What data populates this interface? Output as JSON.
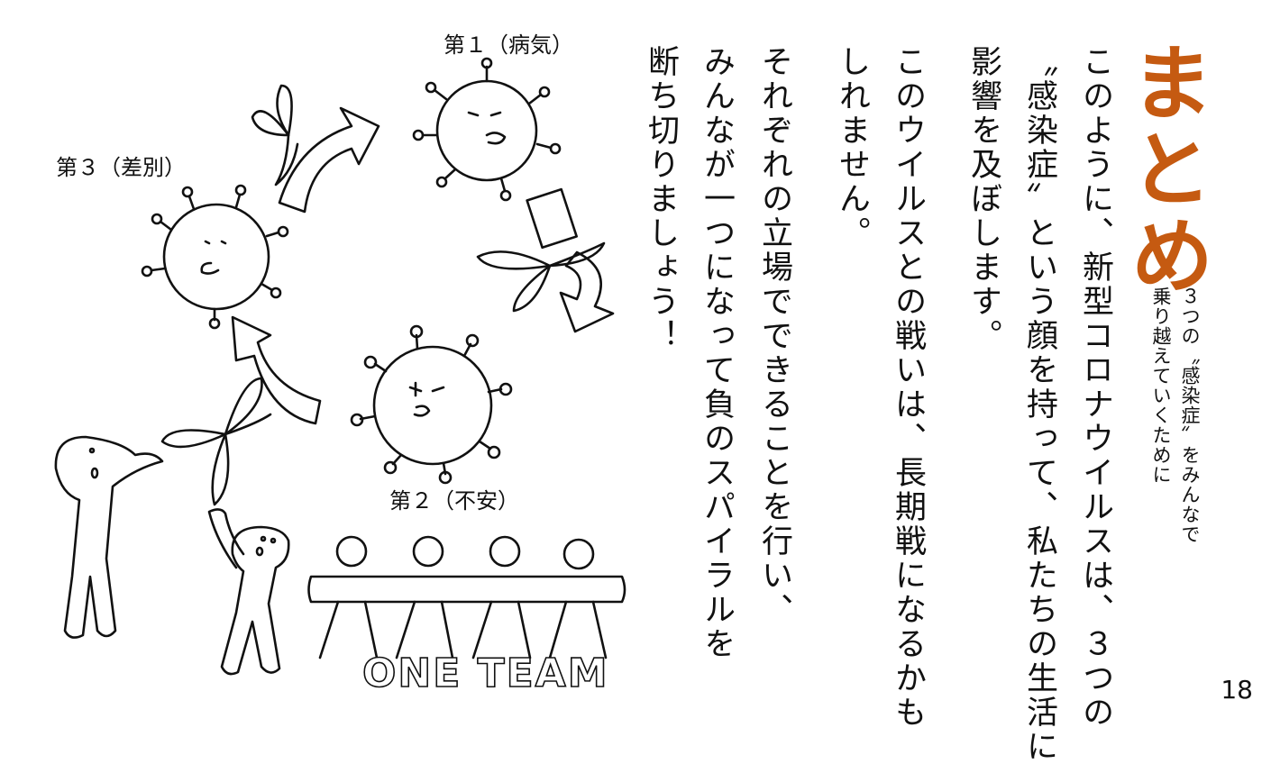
{
  "title": "まとめ",
  "subtitle": {
    "line1": "３つの〝感染症〟をみんなで",
    "line2": "乗り越えていくために"
  },
  "body": {
    "col1": "このように、新型コロナウイルスは、３つの",
    "col2": "〝感染症〟という顔を持って、私たちの生活に",
    "col3": "影響を及ぼします。",
    "col4": "このウイルスとの戦いは、長期戦になるかも",
    "col5": "しれません。",
    "col6": "それぞれの立場でできることを行い、",
    "col7": "みんなが一つになって負のスパイラルを",
    "col8": "断ち切りましょう！"
  },
  "illustration": {
    "label_disease": "第１（病気）",
    "label_anxiety": "第２（不安）",
    "label_discrimination": "第３（差別）",
    "team_text": "ONE TEAM"
  },
  "page_number": "18",
  "colors": {
    "accent": "#c55a11"
  }
}
